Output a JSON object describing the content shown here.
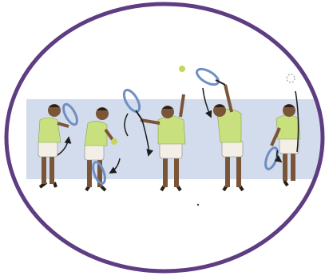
{
  "illustration": {
    "subject": "tennis-serve-sequence",
    "figures": [
      "stance",
      "ball-toss",
      "racket-drop",
      "reach-up",
      "follow-through"
    ],
    "colors": {
      "frame": "#5e3d82",
      "panel": "#d3dcec",
      "shirt": "#c9e07e",
      "shorts": "#f3efe6",
      "skin": "#7a5538",
      "hair": "#2a1f18",
      "racket": "#6f8fc4",
      "ball": "#c8d45a",
      "arrow": "#1d1d1d"
    }
  }
}
